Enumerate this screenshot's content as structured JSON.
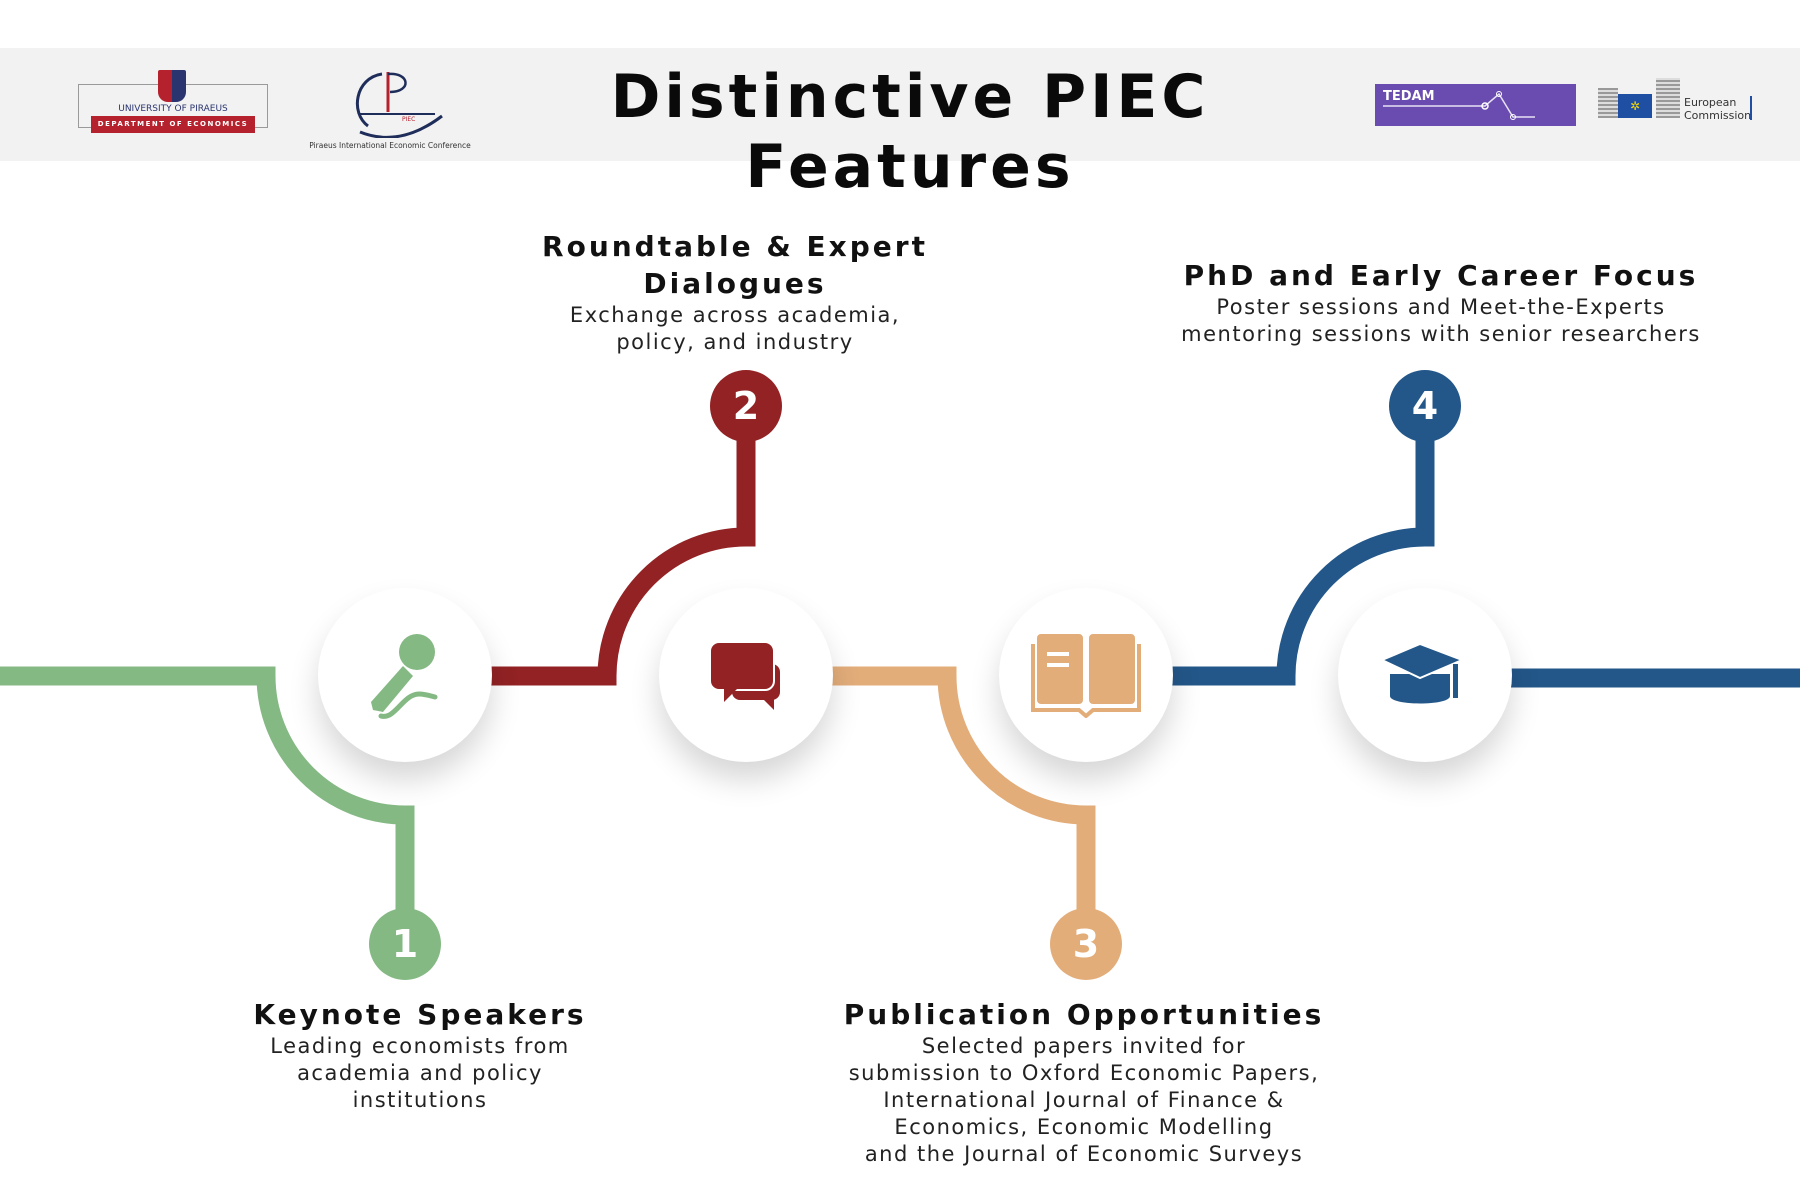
{
  "header": {
    "title": "Distinctive PIEC Features",
    "logos": {
      "university": {
        "name": "UNIVERSITY OF PIRAEUS",
        "department": "DEPARTMENT OF ECONOMICS"
      },
      "piec": {
        "mark": "PIEC",
        "caption": "Piraeus International Economic Conference"
      },
      "tedam": {
        "name": "TEDAM"
      },
      "ec": {
        "name_line1": "European",
        "name_line2": "Commission"
      }
    }
  },
  "colors": {
    "green": "#84b983",
    "red": "#922224",
    "orange": "#e3ad7a",
    "blue": "#235789"
  },
  "features": [
    {
      "number": "1",
      "icon": "microphone-icon",
      "title": "Keynote Speakers",
      "lines": [
        "Leading economists from",
        "academia and policy",
        "institutions"
      ]
    },
    {
      "number": "2",
      "icon": "chat-bubbles-icon",
      "title_lines": [
        "Roundtable & Expert",
        "Dialogues"
      ],
      "lines": [
        "Exchange across academia,",
        "policy, and industry"
      ]
    },
    {
      "number": "3",
      "icon": "open-book-icon",
      "title": "Publication Opportunities",
      "lines": [
        "Selected papers invited for",
        "submission to Oxford Economic Papers,",
        "International Journal of Finance &",
        "Economics, Economic Modelling",
        "and the Journal of Economic Surveys"
      ]
    },
    {
      "number": "4",
      "icon": "graduation-cap-icon",
      "title": "PhD and Early Career Focus",
      "lines": [
        "Poster sessions and Meet-the-Experts",
        "mentoring sessions with senior researchers"
      ]
    }
  ]
}
